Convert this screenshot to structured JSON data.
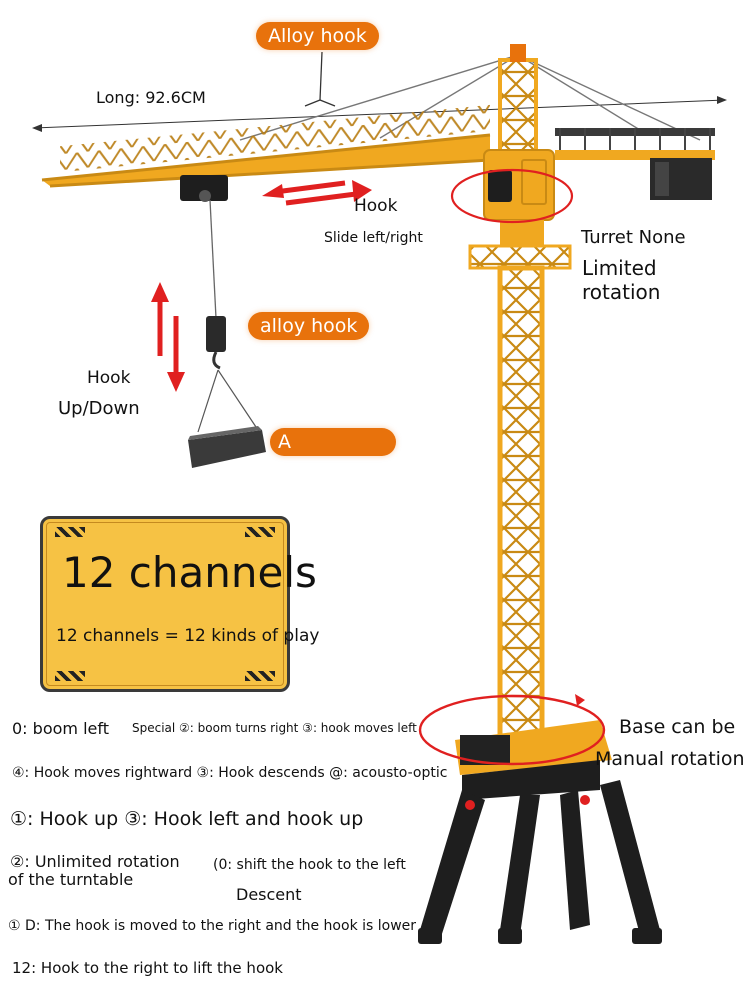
{
  "top_pill": "Alloy hook",
  "length_label": "Long: 92.6CM",
  "hook_slide": {
    "title": "Hook",
    "subtitle": "Slide left/right"
  },
  "turret_note": {
    "line1": "Turret None",
    "line2": "Limited",
    "line3": "rotation"
  },
  "mid_pill": "alloy hook",
  "counterweight_pill": "A",
  "hook_updown": {
    "line1": "Hook",
    "line2": "Up/Down"
  },
  "panel": {
    "title": "12 channels",
    "subtitle": "12 channels = 12 kinds of play"
  },
  "base_note": {
    "line1": "Base can be",
    "line2": "Manual rotation"
  },
  "functions": {
    "row1_a": "0: boom left",
    "row1_b": "Special ②: boom turns right ③: hook moves left",
    "row2": "④: Hook moves rightward ③: Hook descends @: acousto-optic",
    "row3": "①: Hook up ③: Hook left and hook up",
    "row4_a": "②: Unlimited rotation",
    "row4_b": "of the turntable",
    "row4_c": "(0: shift the hook to the left",
    "row5": "Descent",
    "row6": "① D: The hook is moved to the right and the hook is lower",
    "row7": "12: Hook to the right to lift the hook"
  },
  "colors": {
    "crane_yellow": "#f0a820",
    "accent_orange": "#e8720c",
    "arrow_red": "#e02020",
    "base_black": "#1e1e1e"
  },
  "icons": [
    "tower-crane-image",
    "double-arrow-horizontal",
    "double-arrow-vertical"
  ]
}
